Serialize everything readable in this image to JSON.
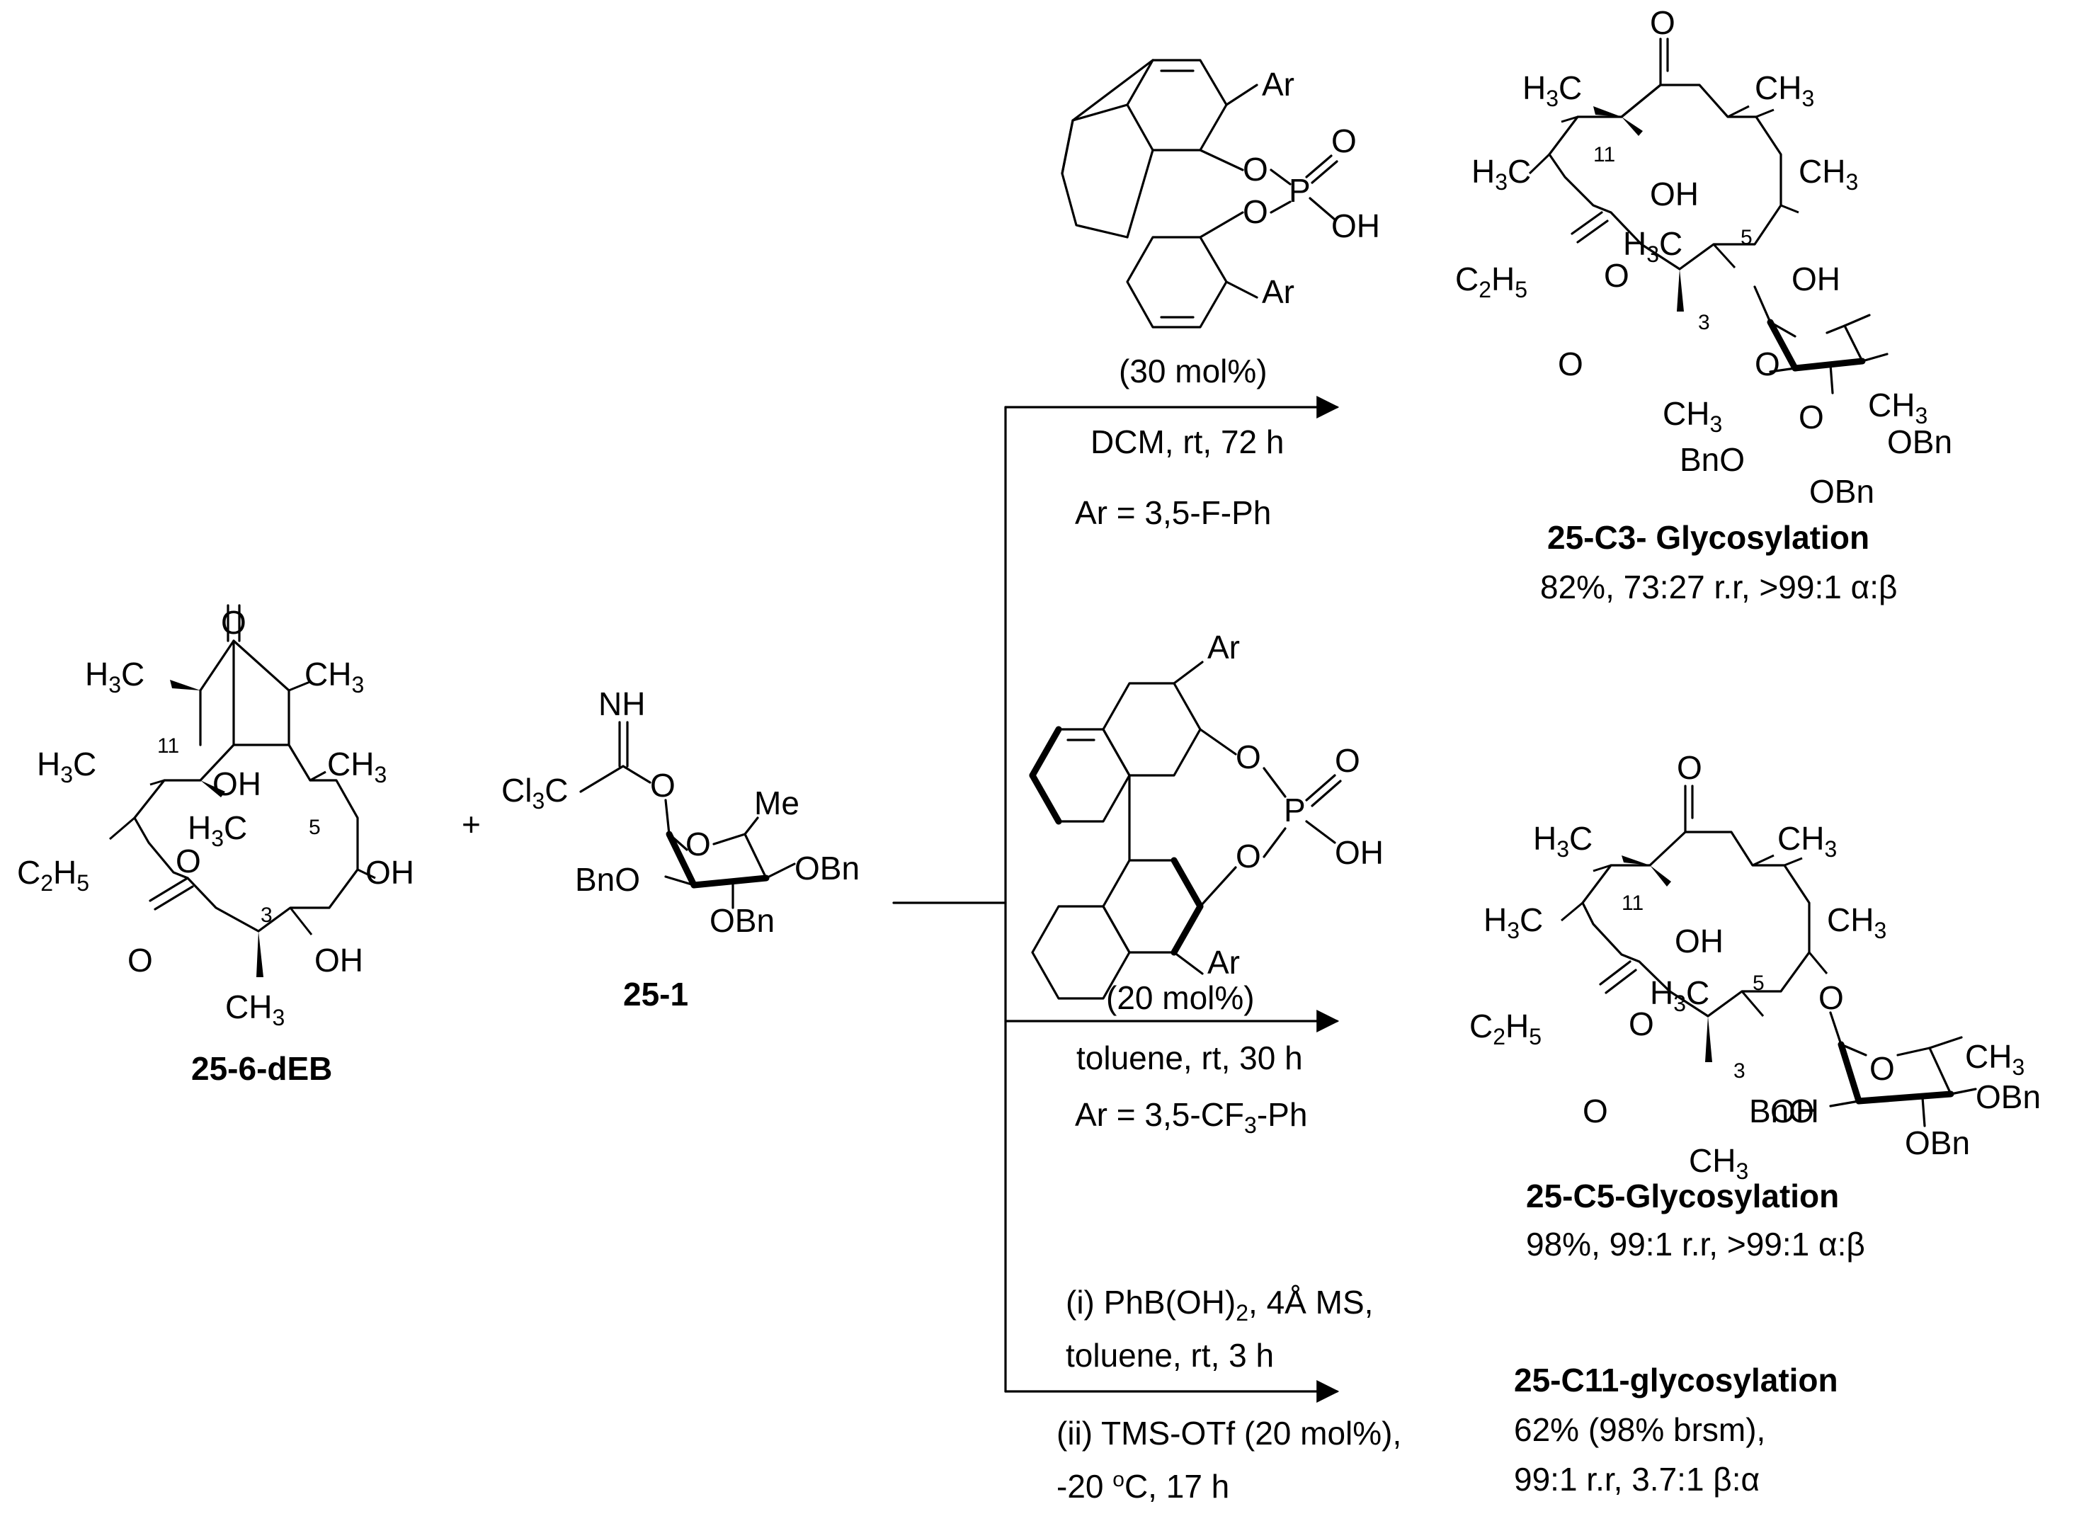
{
  "reactant": {
    "compound_label": "25-6-dEB"
  },
  "donor": {
    "compound_label": "25-1",
    "imidate": "NH",
    "cl3c": "Cl3C",
    "me": "Me"
  },
  "plus": "+",
  "common": {
    "o": "O",
    "oh": "OH",
    "h3c": "H3C",
    "ch3": "CH3",
    "c2h5": "C2H5",
    "bno": "BnO",
    "obn": "OBn",
    "p": "P",
    "ar": "Ar",
    "c3": "3",
    "c5": "5",
    "c11": "11"
  },
  "routes": [
    {
      "catalyst_loading": "(30 mol%)",
      "conditions": [
        "DCM, rt, 72 h",
        "Ar = 3,5-F-Ph"
      ],
      "product_label": "25-C3- Glycosylation",
      "result": "82%, 73:27 r.r, >99:1 α:β"
    },
    {
      "catalyst_loading": "(20 mol%)",
      "conditions": [
        "toluene, rt, 30 h",
        "Ar = 3,5-CF3-Ph"
      ],
      "product_label": "25-C5-Glycosylation",
      "result": "98%, 99:1 r.r, >99:1 α:β"
    },
    {
      "conditions": [
        "(i) PhB(OH)2, 4Å MS,",
        "toluene, rt, 3 h",
        "(ii) TMS-OTf (20 mol%),",
        "-20 oC, 17 h"
      ],
      "product_label": "25-C11-glycosylation",
      "result_lines": [
        "62% (98% brsm),",
        "99:1 r.r, 3.7:1 β:α"
      ]
    }
  ]
}
